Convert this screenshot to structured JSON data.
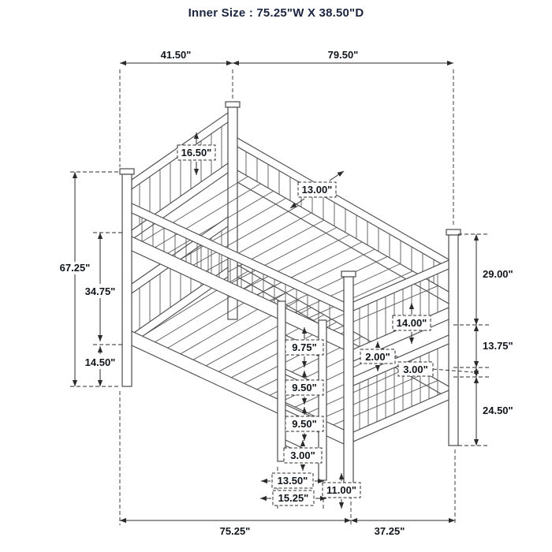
{
  "page": {
    "title": "Inner Size : 75.25\"W X  38.50\"D"
  },
  "dimensions": {
    "top_depth": "41.50\"",
    "top_width": "79.50\"",
    "overall_height": "67.25\"",
    "left_mid": "34.75\"",
    "left_bottom": "14.50\"",
    "right_top": "29.00\"",
    "right_mid": "13.75\"",
    "right_bottom": "24.50\"",
    "bottom_width": "75.25\"",
    "bottom_depth": "37.25\"",
    "headboard_panel": "16.50\"",
    "deck_slat": "13.00\"",
    "right_panel": "14.00\"",
    "frame_thickness": "2.00\"",
    "rail_gap": "3.00\"",
    "ladder_gap_top": "9.75\"",
    "ladder_gap_mid": "9.50\"",
    "ladder_gap_lower": "9.50\"",
    "ladder_gap_bottom": "3.00\"",
    "ladder_inner_width": "13.50\"",
    "ladder_outer_width": "15.25\"",
    "post_height": "11.00\""
  }
}
